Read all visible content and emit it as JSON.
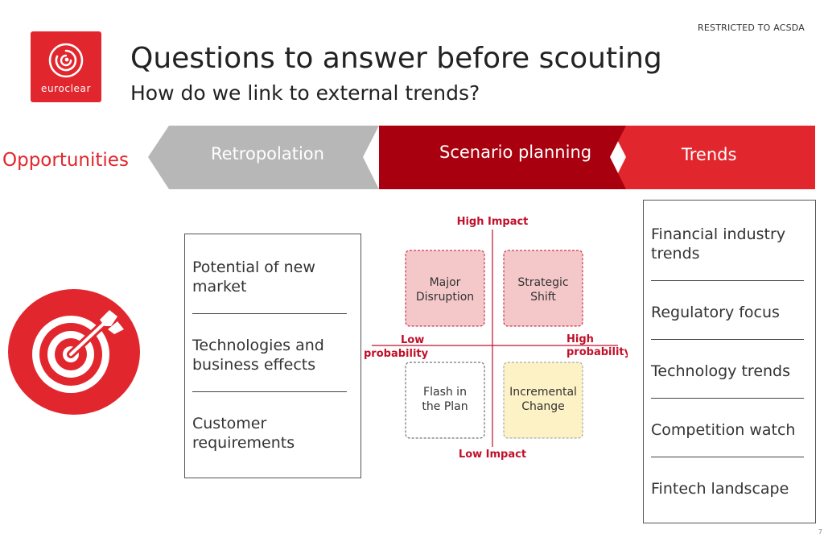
{
  "header": {
    "classification": "RESTRICTED TO ACSDA",
    "title": "Questions to answer before scouting",
    "subtitle": "How do we link to external trends?"
  },
  "logo": {
    "text": "euroclear"
  },
  "band": {
    "left_label": "Opportunities",
    "segments": [
      {
        "label": "Retropolation"
      },
      {
        "label": "Scenario planning"
      },
      {
        "label": "Trends"
      }
    ]
  },
  "left_panel": {
    "items": [
      "Potential of new market",
      "Technologies and business effects",
      "Customer requirements"
    ]
  },
  "quadrant": {
    "top_label": "High Impact",
    "bottom_label": "Low Impact",
    "left_label_line1": "Low",
    "left_label_line2": "probability",
    "right_label_line1": "High",
    "right_label_line2": "probability",
    "cells": [
      {
        "line1": "Major",
        "line2": "Disruption"
      },
      {
        "line1": "Strategic",
        "line2": "Shift"
      },
      {
        "line1": "Flash in",
        "line2": "the Plan"
      },
      {
        "line1": "Incremental",
        "line2": "Change"
      }
    ]
  },
  "right_panel": {
    "items": [
      "Financial industry trends",
      "Regulatory focus",
      "Technology trends",
      "Competition watch",
      "Fintech landscape"
    ]
  },
  "footer": {
    "page_number": "7"
  },
  "colors": {
    "brand_red": "#e2262d",
    "dark_red": "#a8000f",
    "gray": "#b7b7b7",
    "cell_red_fill": "#f4c7c9",
    "cell_yellow_fill": "#fdf2c6",
    "label_red": "#c0102a"
  },
  "icons": {
    "logo": "euroclear-logo-icon",
    "target": "target-arrow-icon"
  }
}
